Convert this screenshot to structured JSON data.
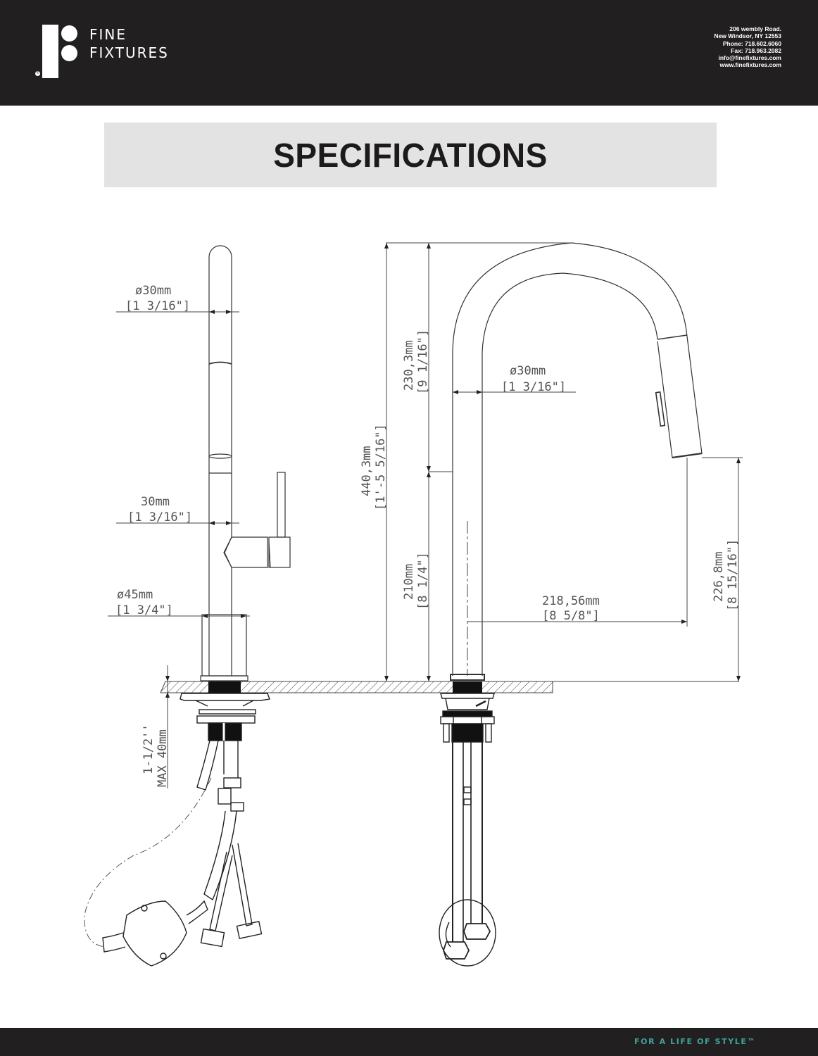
{
  "header": {
    "brand_line1": "FINE",
    "brand_line2": "FIXTURES",
    "registered_mark": "®",
    "contact": {
      "address1": "206 wembly Road.",
      "address2": "New Windsor, NY 12553",
      "phone": "Phone: 718.602.6060",
      "fax": "Fax: 718.963.2082",
      "email": "info@finefixtures.com",
      "website": "www.finefixtures.com"
    }
  },
  "title": "SPECIFICATIONS",
  "drawing": {
    "side_view": {
      "spout_diameter": {
        "mm": "ø30mm",
        "in": "[1 3/16\"]"
      },
      "body_width": {
        "mm": "30mm",
        "in": "[1 3/16\"]"
      },
      "base_diameter": {
        "mm": "ø45mm",
        "in": "[1 3/4\"]"
      },
      "deck_thickness": {
        "in": "1-1/2''",
        "mm": "MAX 40mm"
      }
    },
    "front_view": {
      "gooseneck_height": {
        "mm": "230,3mm",
        "in": "[9 1/16\"]"
      },
      "total_height": {
        "mm": "440,3mm",
        "in": "[1'-5 5/16\"]"
      },
      "body_height": {
        "mm": "210mm",
        "in": "[8 1/4\"]"
      },
      "spout_diameter": {
        "mm": "ø30mm",
        "in": "[1 3/16\"]"
      },
      "spout_reach": {
        "mm": "218,56mm",
        "in": "[8 5/8\"]"
      },
      "spout_clearance": {
        "mm": "226,8mm",
        "in": "[8 15/16\"]"
      }
    }
  },
  "footer": {
    "tagline": "FOR A LIFE OF STYLE™"
  },
  "colors": {
    "header_bg": "#221f20",
    "title_band_bg": "#e3e3e3",
    "tagline": "#3fa39a"
  }
}
